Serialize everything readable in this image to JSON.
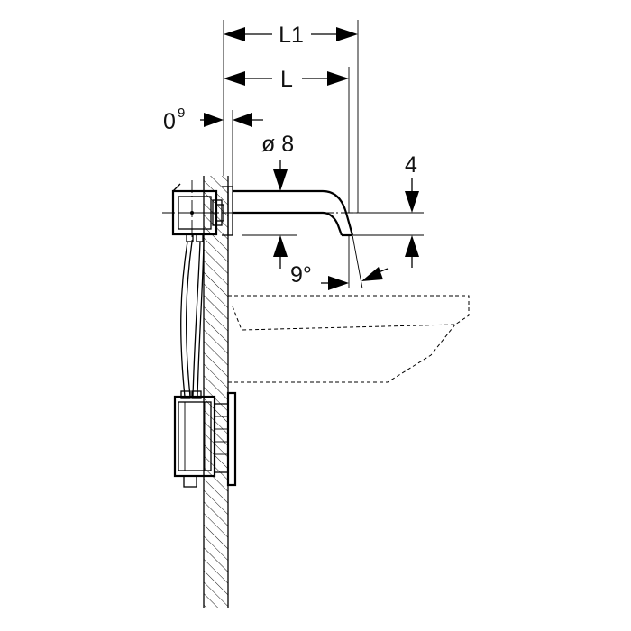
{
  "dimensions": {
    "overall_length": "L1",
    "spout_length": "L",
    "wall_offset": "0",
    "wall_offset_sup": "9",
    "outlet_diameter": "ø 8",
    "outlet_height": "4",
    "spout_angle": "9°"
  }
}
